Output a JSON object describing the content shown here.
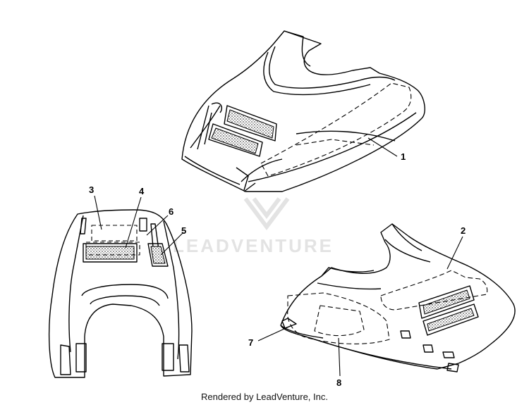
{
  "diagram": {
    "callouts": [
      {
        "id": "c1",
        "label": "1"
      },
      {
        "id": "c2",
        "label": "2"
      },
      {
        "id": "c3",
        "label": "3"
      },
      {
        "id": "c4",
        "label": "4"
      },
      {
        "id": "c5",
        "label": "5"
      },
      {
        "id": "c6",
        "label": "6"
      },
      {
        "id": "c7",
        "label": "7"
      },
      {
        "id": "c8",
        "label": "8"
      }
    ],
    "watermark": "LEADVENTURE",
    "footer": "Rendered by LeadVenture, Inc."
  },
  "colors": {
    "line": "#000000",
    "texture": "#555555",
    "watermark": "#e3e3e3",
    "background": "#ffffff"
  }
}
